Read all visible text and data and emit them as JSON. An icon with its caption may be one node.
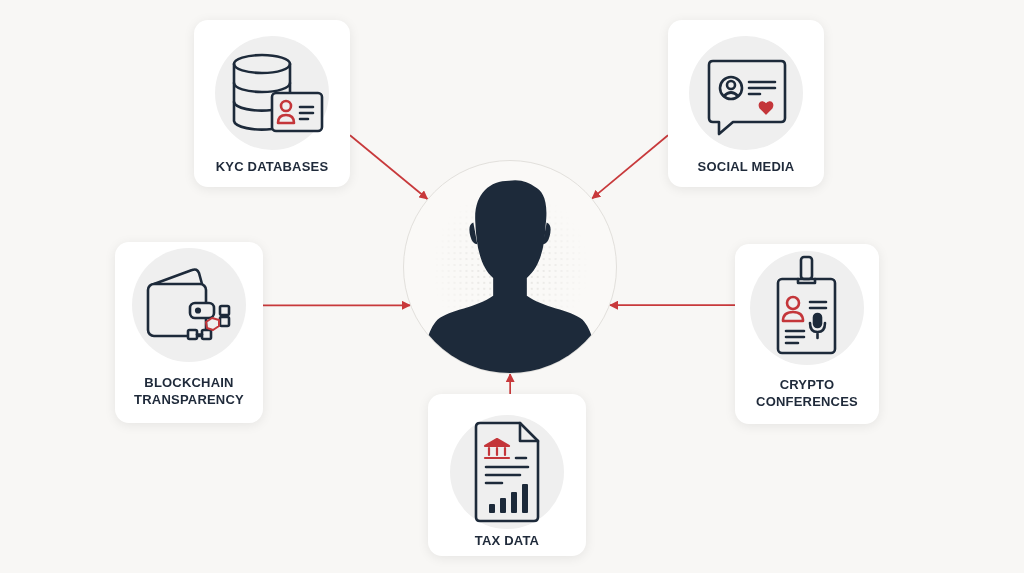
{
  "diagram": {
    "nodes": [
      {
        "text": [
          "KYC DATABASES"
        ]
      },
      {
        "text": [
          "SOCIAL MEDIA"
        ]
      },
      {
        "text": [],
        "shape": "person"
      },
      {
        "text": [
          "BLOCKCHAIN TRANSPARENCY"
        ]
      },
      {
        "text": [
          "CRYPTO CONFERENCES"
        ]
      },
      {
        "text": [
          "TAX DATA"
        ]
      }
    ],
    "edges": [
      {
        "from": 0,
        "to": 2,
        "arrow": "to"
      },
      {
        "from": 1,
        "to": 2,
        "arrow": "to"
      },
      {
        "from": 3,
        "to": 2,
        "arrow": "to"
      },
      {
        "from": 4,
        "to": 2,
        "arrow": "to"
      },
      {
        "from": 5,
        "to": 2,
        "arrow": "to"
      }
    ]
  }
}
